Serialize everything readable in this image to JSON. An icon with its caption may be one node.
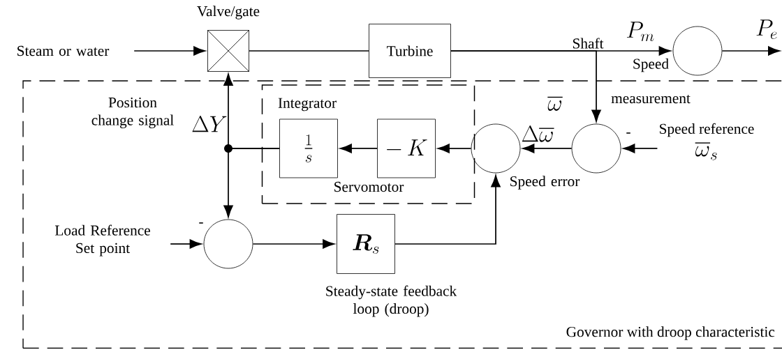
{
  "diagram": {
    "nodes": [
      {
        "text": [
          "Governor with droop characteristic"
        ]
      },
      {
        "text": [
          "Servomotor"
        ],
        "in": 0
      },
      {
        "text": [
          "Steam or water"
        ]
      },
      {
        "text": [
          "Valve/gate"
        ]
      },
      {
        "text": [
          "Turbine"
        ]
      },
      {
        "text": [],
        "shape": "circle"
      },
      {
        "text": [],
        "shape": "circle",
        "in": 0,
        "beside": [
          "-"
        ]
      },
      {
        "text": [
          "Speed reference",
          "\\overline{\\omega}_{s}"
        ],
        "in": 0
      },
      {
        "text": [],
        "shape": "circle",
        "in": 0,
        "beside": [
          "Speed error"
        ]
      },
      {
        "text": [
          "-\\,K"
        ],
        "in": 1
      },
      {
        "text": [
          "\\frac{1}{s}"
        ],
        "in": 1,
        "beside": [
          "Integrator"
        ]
      },
      {
        "text": [
          "Load Reference Set point"
        ],
        "in": 0
      },
      {
        "text": [],
        "shape": "circle",
        "in": 0,
        "beside": [
          "-"
        ]
      },
      {
        "text": [
          "\\boldsymbol{R}_{s}"
        ],
        "in": 0,
        "beside": [
          "Steady-state feedback loop (droop)"
        ]
      }
    ],
    "edges": [
      {
        "from": 2,
        "to": 3,
        "arrow": "to"
      },
      {
        "from": 3,
        "to": 4,
        "arrow": "none"
      },
      {
        "from": 4,
        "to": 5,
        "arrow": "to",
        "label": "P_{m}"
      },
      {
        "from": 5,
        "to": null,
        "arrow": "to",
        "label": "P_{e}"
      },
      {
        "from": 4,
        "to": 6,
        "arrow": "to",
        "label": "\\overline{\\omega}"
      },
      {
        "from": 7,
        "to": 6,
        "arrow": "to"
      },
      {
        "from": 6,
        "to": 8,
        "arrow": "to",
        "label": "\\Delta\\overline{\\omega}"
      },
      {
        "from": 8,
        "to": 9,
        "arrow": "to"
      },
      {
        "from": 9,
        "to": 10,
        "arrow": "to"
      },
      {
        "from": 10,
        "to": 3,
        "arrow": "to",
        "label": "\\Delta Y"
      },
      {
        "from": 10,
        "to": 12,
        "arrow": "to"
      },
      {
        "from": 11,
        "to": 12,
        "arrow": "to"
      },
      {
        "from": 12,
        "to": 13,
        "arrow": "to"
      },
      {
        "from": 13,
        "to": 8,
        "arrow": "to"
      }
    ],
    "labels": [
      "Shaft",
      "Speed measurement",
      "Position change signal"
    ]
  }
}
